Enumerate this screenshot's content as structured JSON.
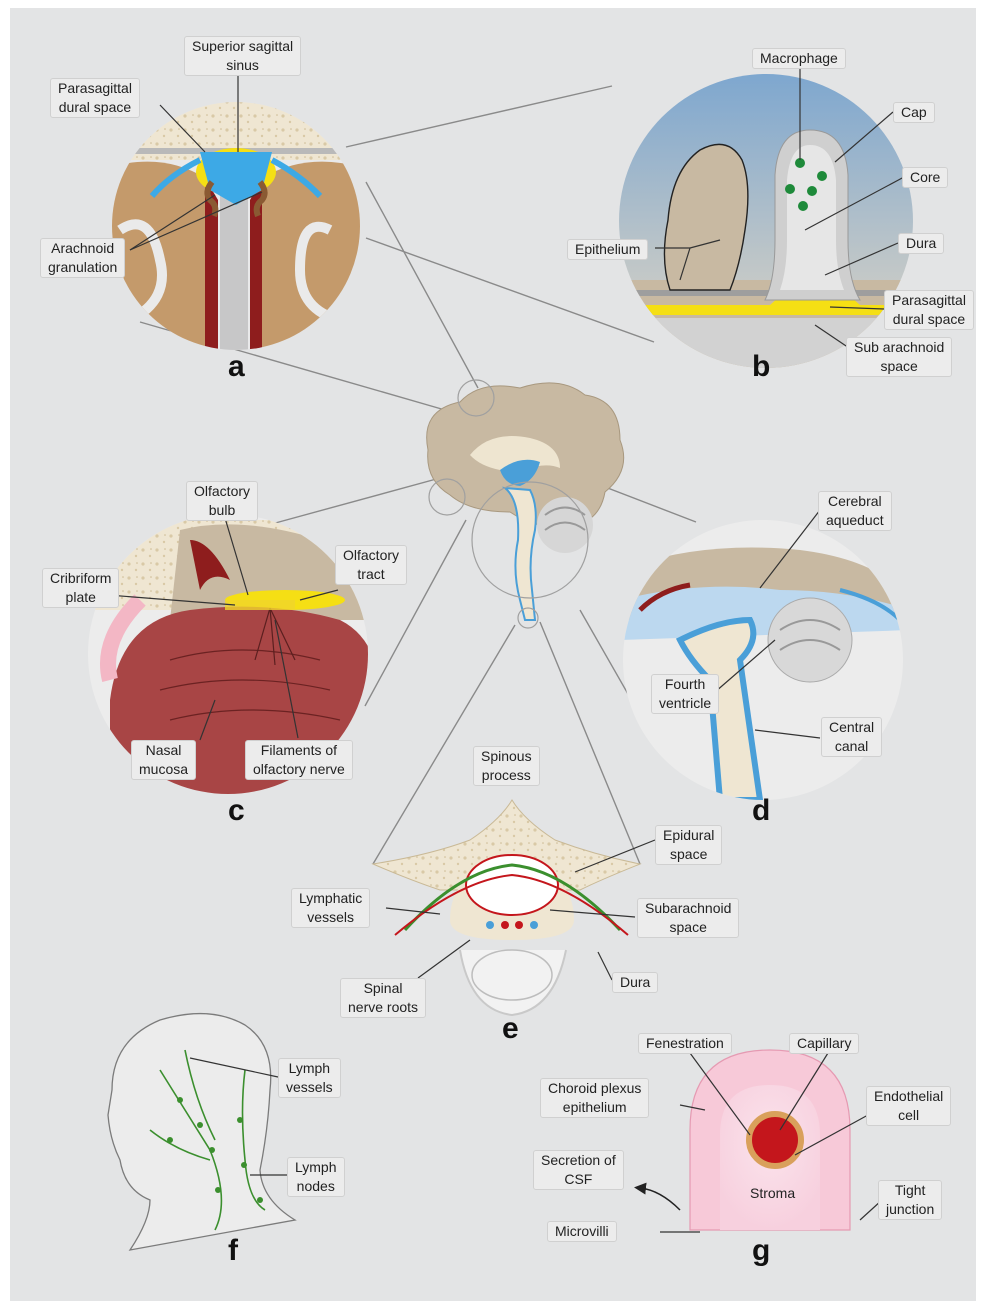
{
  "colors": {
    "background": "#e3e4e5",
    "bone": "#efe6d2",
    "brain": "#c8b9a2",
    "csf_blue": "#4a9fd8",
    "dura_yellow": "#f5df14",
    "blood_red": "#c4161c",
    "lymph_green": "#3b8f2e",
    "epithelium_pink": "#f6c6d6"
  },
  "panels": {
    "a": {
      "letter": "a",
      "labels": {
        "superior_sagittal_sinus": "Superior sagittal\nsinus",
        "parasagittal_dural_space": "Parasagittal\ndural space",
        "arachnoid_granulation": "Arachnoid\ngranulation"
      }
    },
    "b": {
      "letter": "b",
      "labels": {
        "macrophage": "Macrophage",
        "cap": "Cap",
        "core": "Core",
        "epithelium": "Epithelium",
        "dura": "Dura",
        "parasagittal_dural_space": "Parasagittal\ndural space",
        "sub_arachnoid_space": "Sub arachnoid\nspace"
      }
    },
    "c": {
      "letter": "c",
      "labels": {
        "olfactory_bulb": "Olfactory\nbulb",
        "olfactory_tract": "Olfactory\ntract",
        "cribriform_plate": "Cribriform\nplate",
        "nasal_mucosa": "Nasal\nmucosa",
        "filaments_olfactory_nerve": "Filaments of\nolfactory nerve"
      }
    },
    "d": {
      "letter": "d",
      "labels": {
        "cerebral_aqueduct": "Cerebral\naqueduct",
        "fourth_ventricle": "Fourth\nventricle",
        "central_canal": "Central\ncanal"
      }
    },
    "e": {
      "letter": "e",
      "labels": {
        "spinous_process": "Spinous\nprocess",
        "epidural_space": "Epidural\nspace",
        "lymphatic_vessels": "Lymphatic\nvessels",
        "subarachnoid_space": "Subarachnoid\nspace",
        "spinal_nerve_roots": "Spinal\nnerve roots",
        "dura": "Dura"
      }
    },
    "f": {
      "letter": "f",
      "labels": {
        "lymph_vessels": "Lymph\nvessels",
        "lymph_nodes": "Lymph\nnodes"
      }
    },
    "g": {
      "letter": "g",
      "labels": {
        "fenestration": "Fenestration",
        "capillary": "Capillary",
        "choroid_plexus_epithelium": "Choroid plexus\nepithelium",
        "endothelial_cell": "Endothelial\ncell",
        "secretion_of_csf": "Secretion of\nCSF",
        "stroma": "Stroma",
        "tight_junction": "Tight\njunction",
        "microvilli": "Microvilli"
      }
    }
  }
}
